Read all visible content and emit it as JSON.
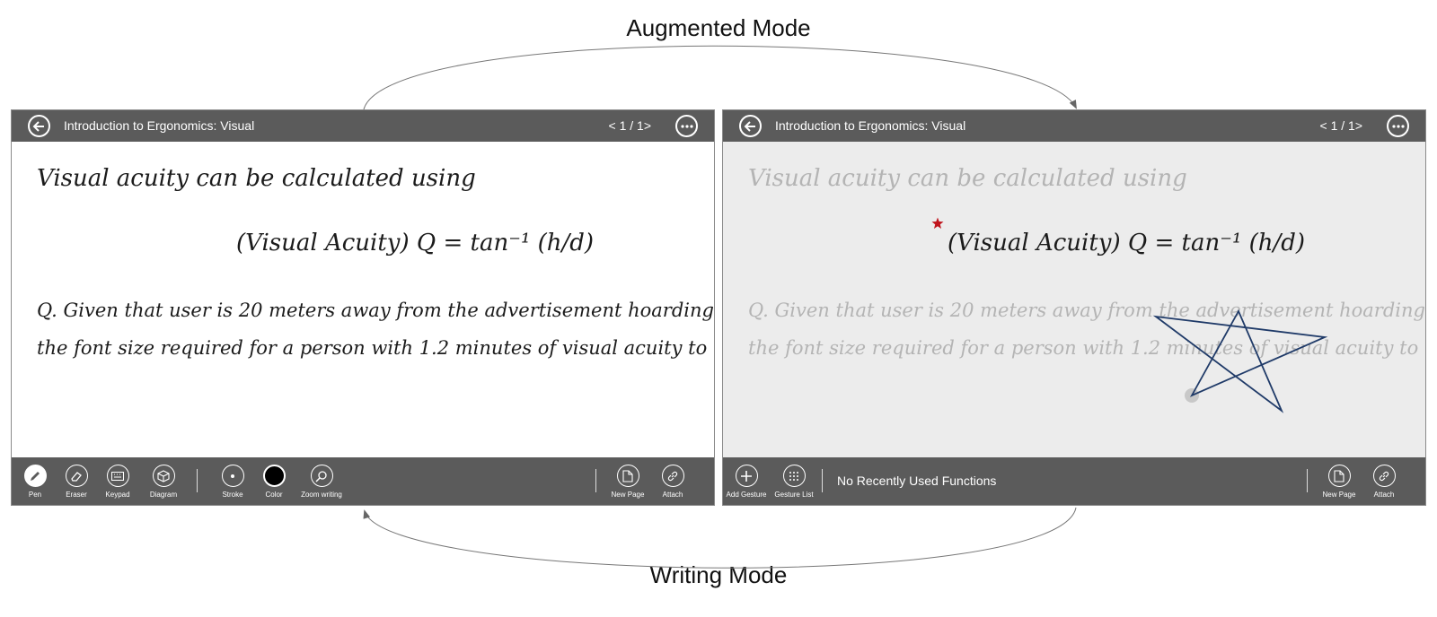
{
  "modes": {
    "top": "Augmented Mode",
    "bottom": "Writing Mode"
  },
  "left_screen": {
    "title": "Introduction to Ergonomics: Visual",
    "page_indicator": "< 1 / 1>",
    "note": {
      "line1": "Visual acuity can be calculated using",
      "formula": "(Visual Acuity) Q = tan⁻¹ (h/d)",
      "question_line1": "Q. Given that user is 20 meters away from the advertisement hoarding. Determine",
      "question_line2": "the font size required for a person with 1.2 minutes of visual acuity to read the ad."
    },
    "tools": [
      {
        "label": "Pen",
        "icon": "pen-icon"
      },
      {
        "label": "Eraser",
        "icon": "eraser-icon"
      },
      {
        "label": "Keypad",
        "icon": "keyboard-icon"
      },
      {
        "label": "Diagram",
        "icon": "cube-icon"
      },
      {
        "label": "Stroke",
        "icon": "dot-icon"
      },
      {
        "label": "Color",
        "icon": "color-icon"
      },
      {
        "label": "Zoom writing",
        "icon": "zoom-icon"
      },
      {
        "label": "New Page",
        "icon": "page-icon"
      },
      {
        "label": "Attach",
        "icon": "link-icon"
      }
    ]
  },
  "right_screen": {
    "title": "Introduction to Ergonomics: Visual",
    "page_indicator": "< 1 / 1>",
    "note": {
      "line1": "Visual acuity can be calculated using",
      "formula": "(Visual Acuity) Q = tan⁻¹ (h/d)",
      "question_line1": "Q. Given that user is 20 meters away from the advertisement hoarding. Determine",
      "question_line2": "the font size required for a person with 1.2 minutes of visual acuity to read the ad."
    },
    "recent_text": "No Recently Used Functions",
    "tools": [
      {
        "label": "Add Gesture",
        "icon": "plus-icon"
      },
      {
        "label": "Gesture List",
        "icon": "grid-icon"
      },
      {
        "label": "New Page",
        "icon": "page-icon"
      },
      {
        "label": "Attach",
        "icon": "link-icon"
      }
    ]
  },
  "colors": {
    "bar": "#5b5b5b",
    "star_marker": "#c0141c",
    "gesture_star": "#1f3a68",
    "faded_text": "#b4b4b4"
  }
}
